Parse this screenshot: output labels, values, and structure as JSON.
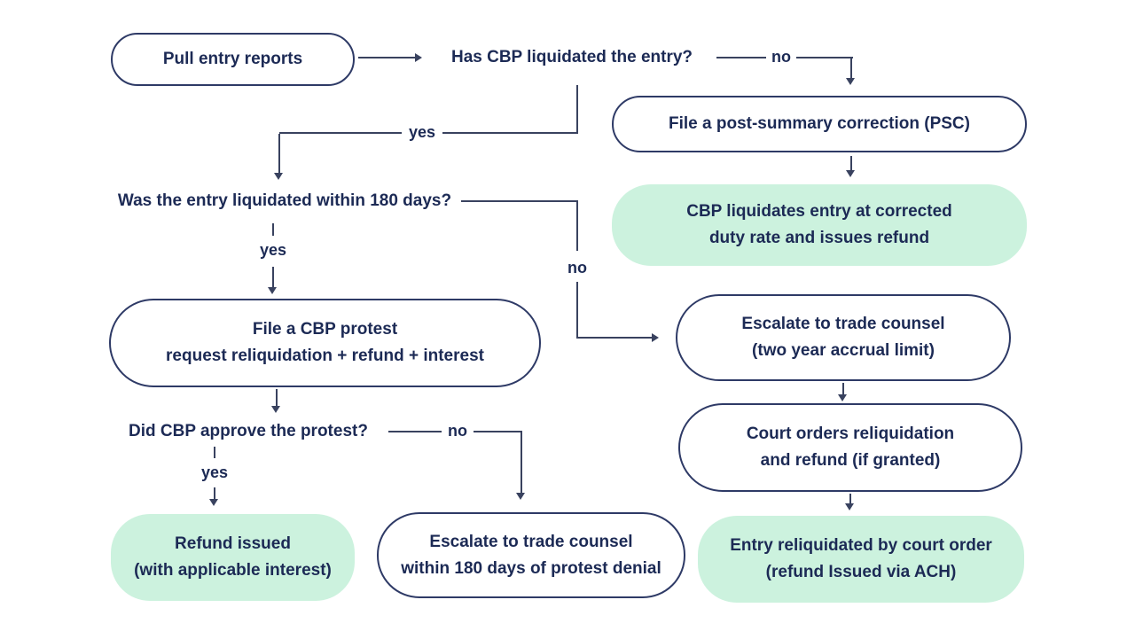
{
  "diagram": {
    "type": "flowchart",
    "colors": {
      "background": "#ffffff",
      "outline_navy": "#2e3a66",
      "text_navy": "#1c2a55",
      "connector_line": "#39425f",
      "terminal_green_fill": "#ccf2de"
    },
    "nodes": {
      "pull_entry": {
        "label": "Pull entry reports"
      },
      "q_liquidated": {
        "label": "Has CBP liquidated the entry?"
      },
      "psc": {
        "label": "File a post-summary correction (PSC)"
      },
      "cbp_liquidates": {
        "lines": [
          "CBP liquidates entry at corrected",
          "duty rate and issues refund"
        ]
      },
      "q_180days": {
        "label": "Was the entry liquidated within 180 days?"
      },
      "protest": {
        "lines": [
          "File a CBP protest",
          "request reliquidation + refund + interest"
        ]
      },
      "q_approve": {
        "label": "Did CBP approve the protest?"
      },
      "refund_issued": {
        "lines": [
          "Refund issued",
          "(with applicable interest)"
        ]
      },
      "escalate_denial": {
        "lines": [
          "Escalate to trade counsel",
          "within 180 days of protest denial"
        ]
      },
      "escalate_counsel": {
        "lines": [
          "Escalate to trade counsel",
          "(two year accrual limit)"
        ]
      },
      "court_orders": {
        "lines": [
          "Court orders reliquidation",
          "and refund (if granted)"
        ]
      },
      "entry_reliquidated": {
        "lines": [
          "Entry reliquidated by court order",
          "(refund Issued via ACH)"
        ]
      }
    },
    "edge_labels": {
      "q1_no": "no",
      "q1_yes": "yes",
      "q2_yes": "yes",
      "q2_no": "no",
      "q3_yes": "yes",
      "q3_no": "no"
    }
  }
}
